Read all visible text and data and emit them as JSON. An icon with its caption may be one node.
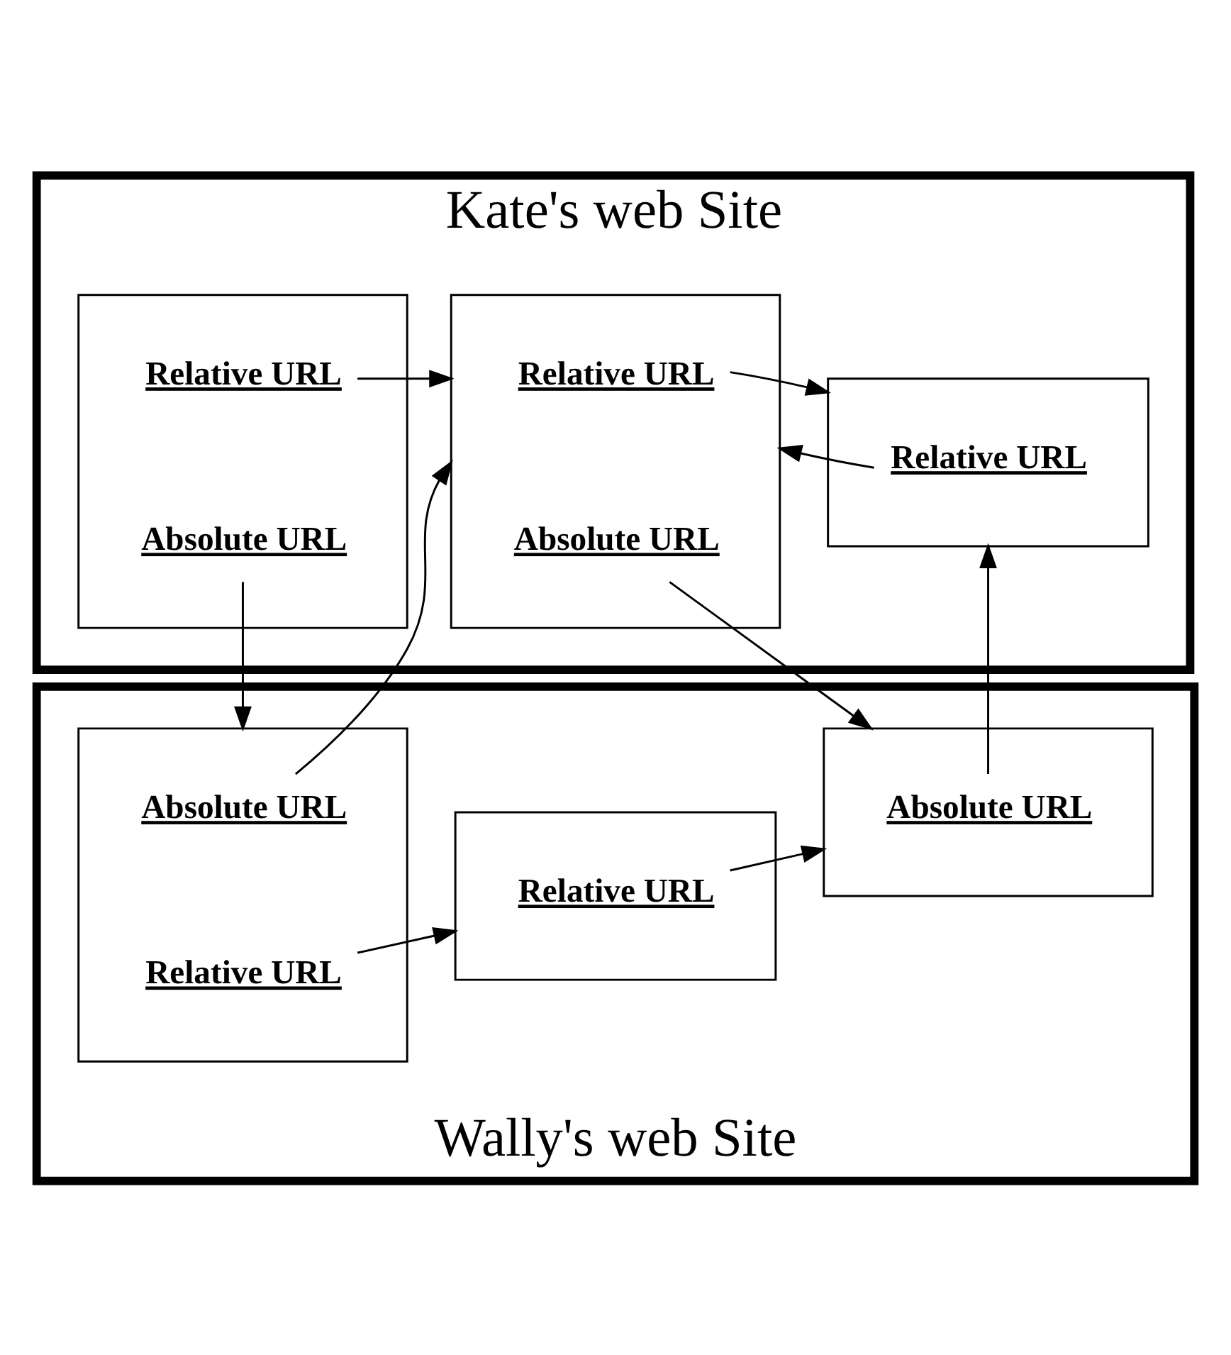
{
  "diagram": {
    "nodes": [
      {
        "text": [
          "Kate's web Site"
        ]
      },
      {
        "text": [],
        "shape": "page",
        "in": 0
      },
      {
        "text": [
          "Relative URL"
        ],
        "in": 1
      },
      {
        "text": [
          "Absolute URL"
        ],
        "in": 1
      },
      {
        "text": [],
        "shape": "page",
        "in": 0
      },
      {
        "text": [
          "Relative URL"
        ],
        "in": 4
      },
      {
        "text": [
          "Absolute URL"
        ],
        "in": 4
      },
      {
        "text": [],
        "shape": "page",
        "in": 0
      },
      {
        "text": [
          "Relative URL"
        ],
        "in": 7
      },
      {
        "text": [
          "Wally's web Site"
        ]
      },
      {
        "text": [],
        "shape": "page",
        "in": 9
      },
      {
        "text": [
          "Absolute URL"
        ],
        "in": 10
      },
      {
        "text": [
          "Relative URL"
        ],
        "in": 10
      },
      {
        "text": [],
        "shape": "page",
        "in": 9
      },
      {
        "text": [
          "Relative URL"
        ],
        "in": 13
      },
      {
        "text": [],
        "shape": "page",
        "in": 9
      },
      {
        "text": [
          "Absolute URL"
        ],
        "in": 15
      }
    ],
    "edges": [
      {
        "from": 2,
        "to": 4,
        "arrow": "to"
      },
      {
        "from": 5,
        "to": 7,
        "arrow": "to"
      },
      {
        "from": 8,
        "to": 4,
        "arrow": "to"
      },
      {
        "from": 3,
        "to": 10,
        "arrow": "to"
      },
      {
        "from": 11,
        "to": 4,
        "arrow": "to"
      },
      {
        "from": 6,
        "to": 15,
        "arrow": "to"
      },
      {
        "from": 16,
        "to": 7,
        "arrow": "to"
      },
      {
        "from": 12,
        "to": 13,
        "arrow": "to"
      },
      {
        "from": 14,
        "to": 15,
        "arrow": "to"
      }
    ]
  }
}
